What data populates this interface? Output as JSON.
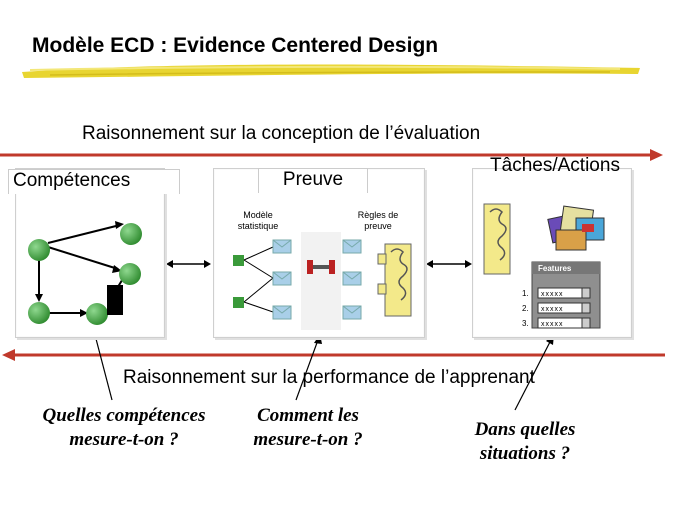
{
  "title": "Modèle ECD : Evidence Centered Design",
  "top_arrow_label": "Raisonnement sur la conception de l’évaluation",
  "bottom_arrow_label": "Raisonnement sur la performance de l’apprenant",
  "panels": {
    "competences": {
      "label": "Compétences"
    },
    "preuve": {
      "label": "Preuve",
      "modele": "Modèle statistique",
      "regles": "Règles de preuve"
    },
    "taches": {
      "label": "Tâches/Actions",
      "features_title": "Features",
      "rows": [
        {
          "num": "1.",
          "value": "xxxxx"
        },
        {
          "num": "2.",
          "value": "xxxxx"
        },
        {
          "num": "3.",
          "value": "xxxxx"
        }
      ]
    }
  },
  "questions": [
    "Quelles compétences mesure-t-on ?",
    "Comment les mesure-t-on ?",
    "Dans quelles situations ?"
  ],
  "colors": {
    "arrow": "#c0392b",
    "highlight": "#e6d22a",
    "node": "#3a9a3a",
    "envelope": "#a9cfe8"
  }
}
